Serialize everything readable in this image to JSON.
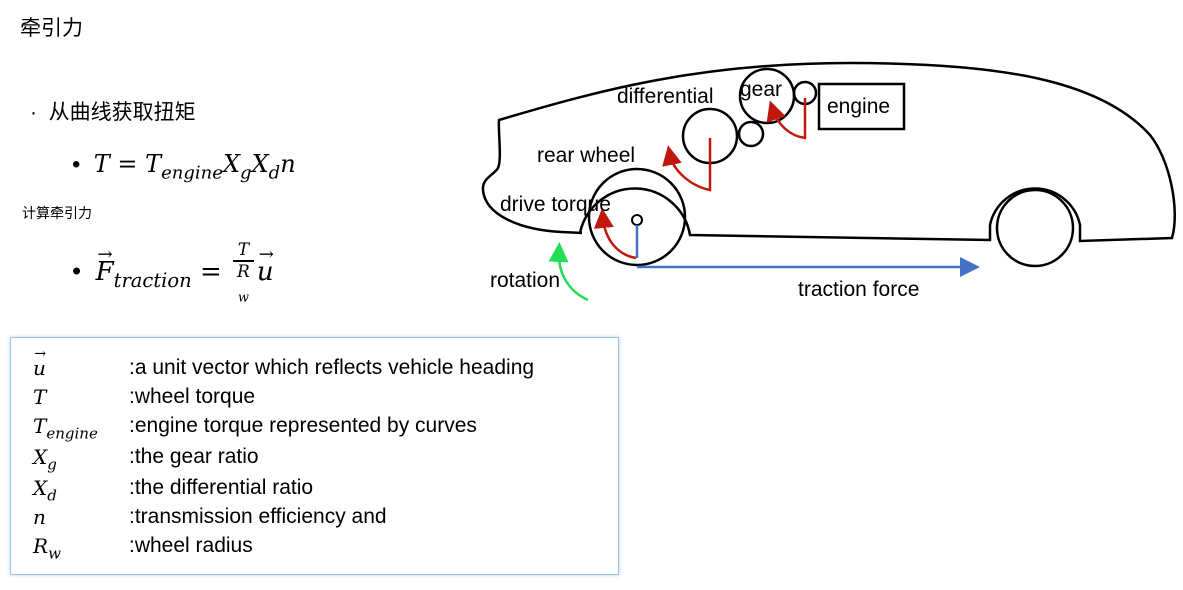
{
  "title": "牵引力",
  "bullet1": "从曲线获取扭矩",
  "formula1": {
    "lhs": "T",
    "rhs": "T",
    "sub_engine": "engine",
    "xg": "X",
    "g": "g",
    "xd": "X",
    "d": "d",
    "n": "n"
  },
  "calc_label": "计算牵引力",
  "formula2": {
    "F": "F",
    "sub": "traction",
    "num": "T",
    "den": "R",
    "den_sub": "w",
    "u": "u"
  },
  "legend": [
    {
      "sym": "u",
      "sub": "",
      "desc": ":a unit vector which reflects vehicle heading"
    },
    {
      "sym": "T",
      "sub": "",
      "desc": ":wheel torque"
    },
    {
      "sym": "T",
      "sub": "engine",
      "desc": ":engine torque represented by curves"
    },
    {
      "sym": "X",
      "sub": "g",
      "desc": ":the gear ratio"
    },
    {
      "sym": "X",
      "sub": "d",
      "desc": ":the differential ratio"
    },
    {
      "sym": "n",
      "sub": "",
      "desc": ":transmission efficiency and"
    },
    {
      "sym": "R",
      "sub": "w",
      "desc": ":wheel radius"
    }
  ],
  "diagram": {
    "differential": "differential",
    "gear": "gear",
    "engine": "engine",
    "rear_wheel": "rear wheel",
    "drive_torque": "drive torque",
    "rotation": "rotation",
    "traction_force": "traction force"
  },
  "colors": {
    "torque": "#c0180c",
    "traction": "#4472c4",
    "rotation": "#22dd55",
    "legend_border": "#9cc3f0"
  }
}
